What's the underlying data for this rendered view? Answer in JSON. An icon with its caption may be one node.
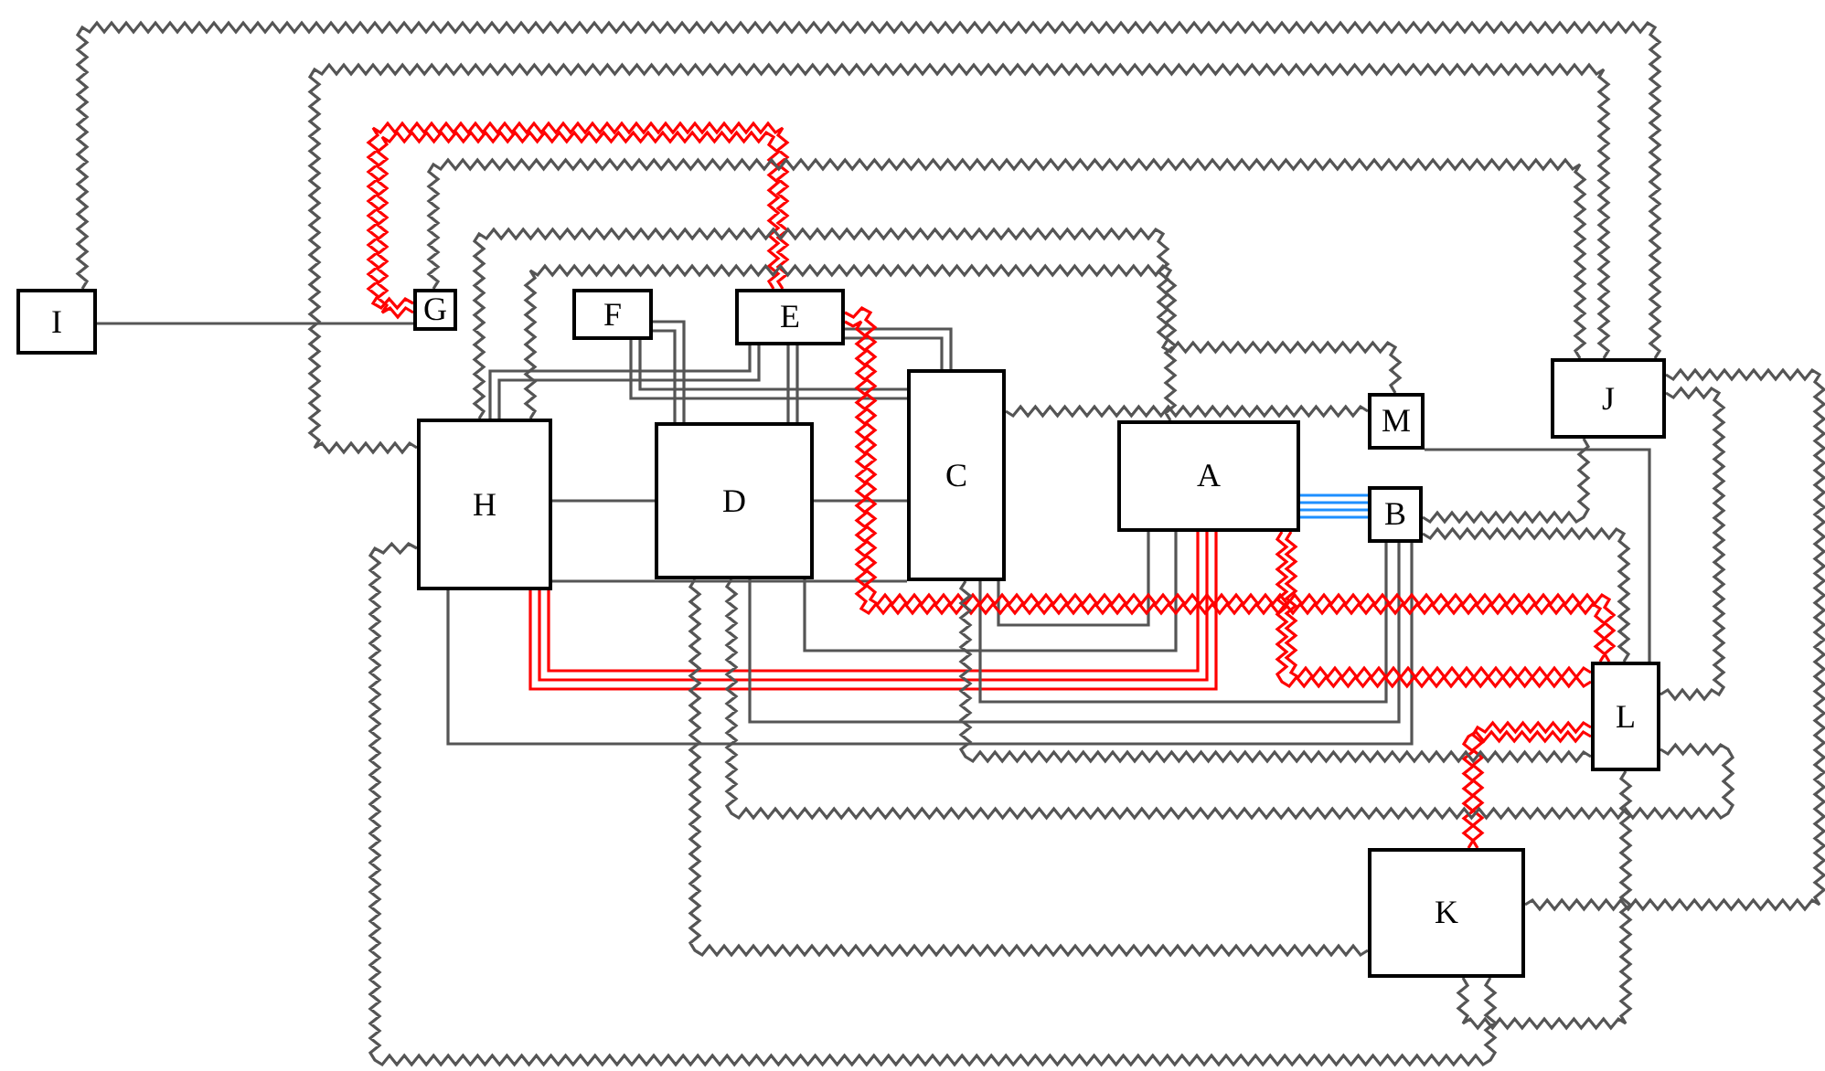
{
  "diagram": {
    "nodes": [
      {
        "text": [
          "I"
        ]
      },
      {
        "text": [
          "G"
        ]
      },
      {
        "text": [
          "F"
        ]
      },
      {
        "text": [
          "E"
        ]
      },
      {
        "text": [
          "J"
        ]
      },
      {
        "text": [
          "C"
        ]
      },
      {
        "text": [
          "M"
        ]
      },
      {
        "text": [
          "H"
        ]
      },
      {
        "text": [
          "A"
        ]
      },
      {
        "text": [
          "D"
        ]
      },
      {
        "text": [
          "B"
        ]
      },
      {
        "text": [
          "L"
        ]
      },
      {
        "text": [
          "K"
        ]
      }
    ],
    "edges": [
      {
        "from": 0,
        "to": 1,
        "arrow": "none"
      },
      {
        "from": 7,
        "to": 9,
        "arrow": "none"
      },
      {
        "from": 9,
        "to": 5,
        "arrow": "none"
      },
      {
        "from": 2,
        "to": 9,
        "arrow": "none"
      },
      {
        "from": 2,
        "to": 9,
        "arrow": "none"
      },
      {
        "from": 2,
        "to": 5,
        "arrow": "none"
      },
      {
        "from": 2,
        "to": 5,
        "arrow": "none"
      },
      {
        "from": 3,
        "to": 9,
        "arrow": "none"
      },
      {
        "from": 3,
        "to": 9,
        "arrow": "none"
      },
      {
        "from": 3,
        "to": 7,
        "arrow": "none"
      },
      {
        "from": 3,
        "to": 7,
        "arrow": "none"
      },
      {
        "from": 3,
        "to": 5,
        "arrow": "none"
      },
      {
        "from": 3,
        "to": 5,
        "arrow": "none"
      },
      {
        "from": 7,
        "to": 5,
        "arrow": "none"
      },
      {
        "from": 8,
        "to": 5,
        "arrow": "none"
      },
      {
        "from": 8,
        "to": 9,
        "arrow": "none"
      },
      {
        "from": 8,
        "to": 7,
        "arrow": "none",
        "color": "#ff0000"
      },
      {
        "from": 8,
        "to": 7,
        "arrow": "none",
        "color": "#ff0000"
      },
      {
        "from": 8,
        "to": 7,
        "arrow": "none",
        "color": "#ff0000"
      },
      {
        "from": 8,
        "to": 10,
        "arrow": "none",
        "color": "#1e8fff"
      },
      {
        "from": 8,
        "to": 10,
        "arrow": "none",
        "color": "#1e8fff"
      },
      {
        "from": 8,
        "to": 10,
        "arrow": "none",
        "color": "#1e8fff"
      },
      {
        "from": 8,
        "to": 10,
        "arrow": "none",
        "color": "#1e8fff"
      },
      {
        "from": 10,
        "to": 5,
        "arrow": "none"
      },
      {
        "from": 10,
        "to": 9,
        "arrow": "none"
      },
      {
        "from": 10,
        "to": 7,
        "arrow": "none"
      },
      {
        "from": 6,
        "to": 11,
        "arrow": "none"
      },
      {
        "from": 1,
        "to": 3,
        "arrow": "none",
        "color": "#ff0000"
      },
      {
        "from": 1,
        "to": 3,
        "arrow": "none",
        "color": "#ff0000"
      },
      {
        "from": 3,
        "to": 11,
        "arrow": "none",
        "color": "#ff0000"
      },
      {
        "from": 3,
        "to": 11,
        "arrow": "none",
        "color": "#ff0000"
      },
      {
        "from": 8,
        "to": 11,
        "arrow": "none",
        "color": "#ff0000"
      },
      {
        "from": 8,
        "to": 11,
        "arrow": "none",
        "color": "#ff0000"
      },
      {
        "from": 11,
        "to": 12,
        "arrow": "none",
        "color": "#ff0000"
      },
      {
        "from": 11,
        "to": 12,
        "arrow": "none",
        "color": "#ff0000"
      },
      {
        "from": 0,
        "to": 4,
        "arrow": "none"
      },
      {
        "from": 7,
        "to": 4,
        "arrow": "none"
      },
      {
        "from": 1,
        "to": 4,
        "arrow": "none"
      },
      {
        "from": 7,
        "to": 6,
        "arrow": "none"
      },
      {
        "from": 7,
        "to": 8,
        "arrow": "none"
      },
      {
        "from": 5,
        "to": 6,
        "arrow": "none"
      },
      {
        "from": 10,
        "to": 4,
        "arrow": "none"
      },
      {
        "from": 10,
        "to": 11,
        "arrow": "none"
      },
      {
        "from": 4,
        "to": 11,
        "arrow": "none"
      },
      {
        "from": 4,
        "to": 12,
        "arrow": "none"
      },
      {
        "from": 11,
        "to": 12,
        "arrow": "none"
      },
      {
        "from": 9,
        "to": 12,
        "arrow": "none"
      },
      {
        "from": 7,
        "to": 12,
        "arrow": "none"
      },
      {
        "from": 5,
        "to": 11,
        "arrow": "none"
      },
      {
        "from": 9,
        "to": 11,
        "arrow": "none"
      }
    ]
  }
}
